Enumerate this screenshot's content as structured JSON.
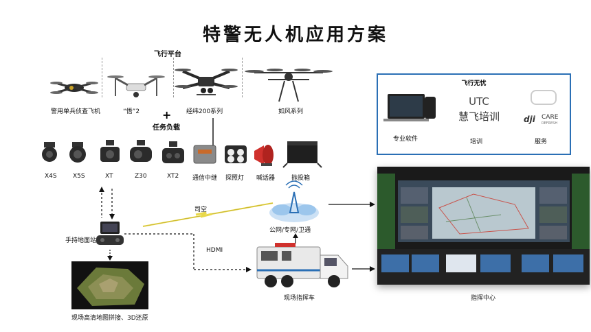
{
  "title": "特警无人机应用方案",
  "flight_platform": {
    "heading": "飞行平台",
    "items": [
      "警用单兵侦查飞机",
      "“悟”2",
      "经纬200系列",
      "如风系列"
    ]
  },
  "payload": {
    "heading": "任务负载",
    "plus": "+",
    "items": [
      "X4S",
      "X5S",
      "XT",
      "Z30",
      "XT2",
      "通信中继",
      "探照灯",
      "喊话器",
      "抛投箱"
    ]
  },
  "services": {
    "heading": "飞行无忧",
    "utc_line1": "UTC",
    "utc_line2": "慧飞培训",
    "care_logo": "dji",
    "care_text1": "CARE",
    "care_text2": "REFRESH",
    "items": [
      "专业软件",
      "培训",
      "服务"
    ]
  },
  "flow": {
    "ground_station": "手持地面站",
    "map_label": "现场高清地图拼接、3D还原",
    "link_sikong": "司空",
    "link_hdmi": "HDMI",
    "network": "公网/专网/卫通",
    "vehicle": "现场指挥车",
    "command_center": "指挥中心"
  },
  "colors": {
    "accent_blue": "#2a6fb5",
    "link_yellow": "#e8d84a",
    "speaker_red": "#d0312d"
  }
}
